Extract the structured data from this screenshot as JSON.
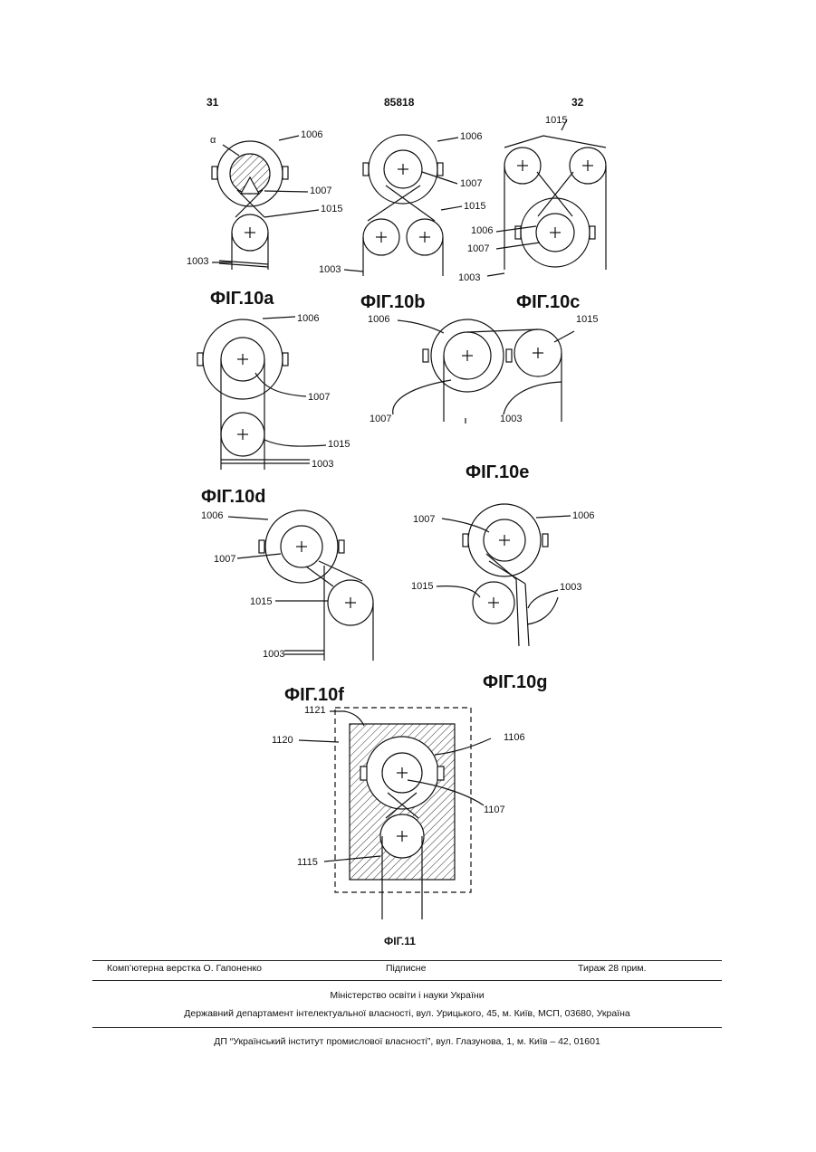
{
  "header": {
    "page_left": "31",
    "patent_no": "85818",
    "page_right": "32"
  },
  "figures": {
    "f10a": {
      "caption": "ФІГ.10а",
      "labels": [
        "α",
        "1006",
        "1007",
        "1015",
        "1003"
      ]
    },
    "f10b": {
      "caption": "ФІГ.10b",
      "labels": [
        "1006",
        "1007",
        "1015",
        "1003"
      ]
    },
    "f10c": {
      "caption": "ФІГ.10с",
      "labels": [
        "1015",
        "1006",
        "1007",
        "1003"
      ]
    },
    "f10d": {
      "caption": "ФІГ.10d",
      "labels": [
        "1006",
        "1007",
        "1015",
        "1003"
      ]
    },
    "f10e": {
      "caption": "ФІГ.10е",
      "labels": [
        "1006",
        "1015",
        "1007",
        "1003"
      ]
    },
    "f10f": {
      "caption": "ФІГ.10f",
      "labels": [
        "1006",
        "1007",
        "1015",
        "1003"
      ]
    },
    "f10g": {
      "caption": "ФІГ.10g",
      "labels": [
        "1007",
        "1006",
        "1015",
        "1003"
      ]
    },
    "f11": {
      "caption": "ФІГ.11",
      "labels": [
        "1121",
        "1120",
        "1106",
        "1107",
        "1115"
      ]
    }
  },
  "footer": {
    "composer": "Комп’ютерна верстка О. Гапоненко",
    "signed": "Підписне",
    "circulation": "Тираж 28 прим.",
    "ministry": "Міністерство освіти і науки України",
    "department": "Державний департамент інтелектуальної власності, вул. Урицького, 45, м. Київ, МСП, 03680, Україна",
    "printer": "ДП “Український інститут промислової власності”, вул. Глазунова, 1, м. Київ – 42, 01601"
  }
}
